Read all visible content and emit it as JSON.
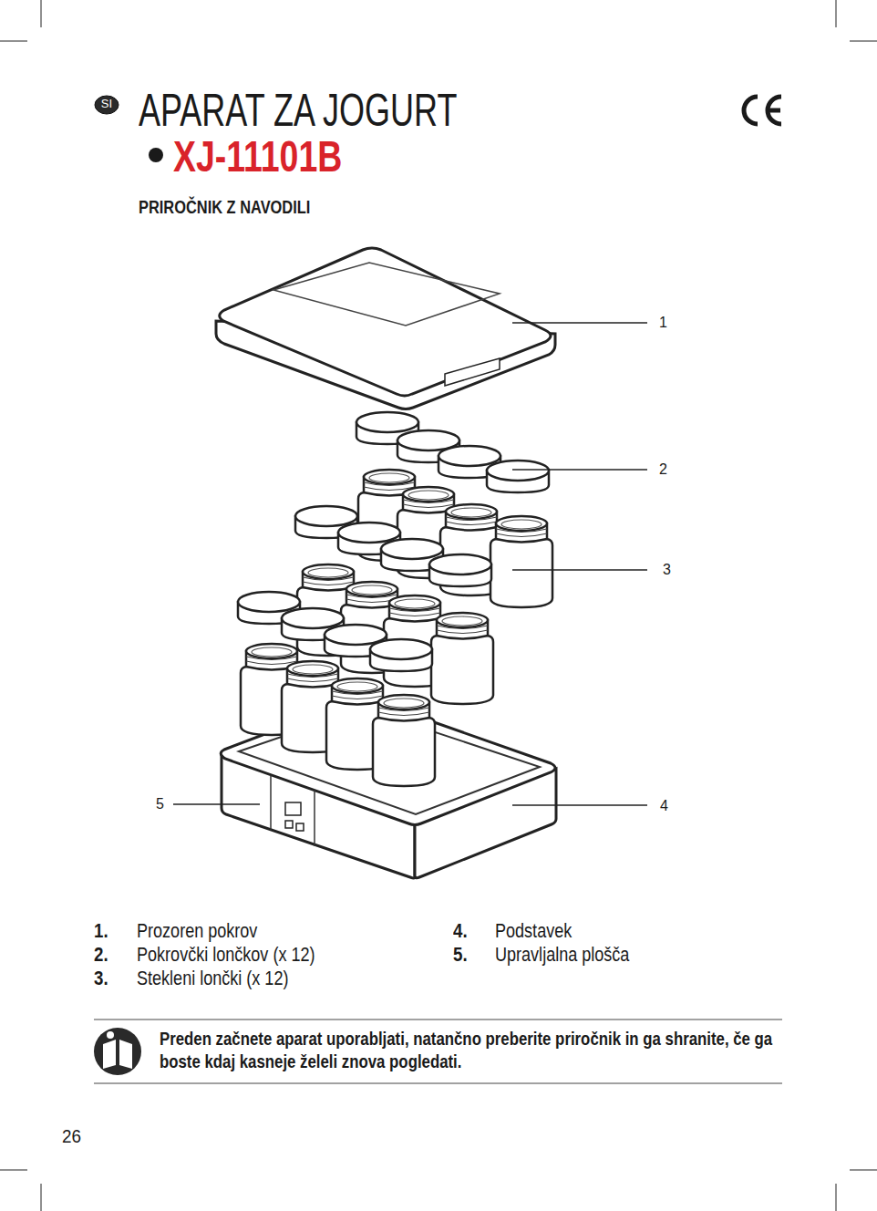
{
  "diagram": {
    "title": "APARAT ZA JOGURT",
    "nodes": [
      {
        "text": [
          "SI"
        ]
      }
    ],
    "labels": [
      "XJ-11101B",
      "PRIROČNIK Z NAVODILI",
      "1",
      "2",
      "3",
      "5",
      "4",
      "1.",
      "Prozoren pokrov",
      "2.",
      "Pokrovčki lončkov (x 12)",
      "3.",
      "Stekleni lončki (x 12)",
      "4.",
      "Podstavek",
      "5.",
      "Upravljalna plošča",
      "Preden začnete aparat uporabljati, natančno preberite priročnik in ga shranite, če ga boste kdaj kasneje želeli znova pogledati.",
      "26"
    ]
  }
}
